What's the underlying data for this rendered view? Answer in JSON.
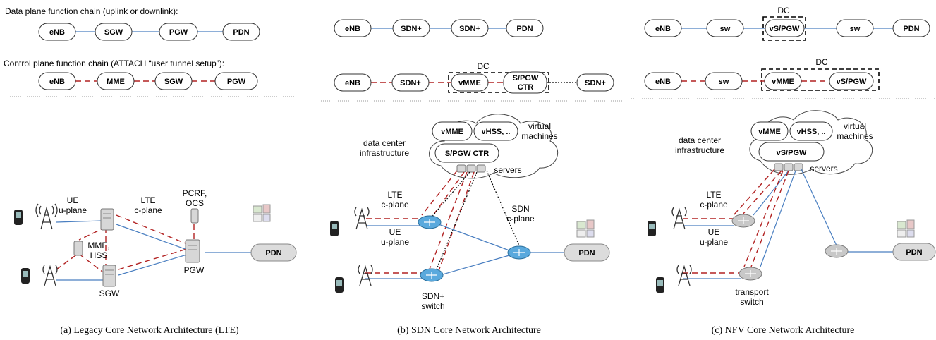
{
  "panel_a": {
    "data_plane_title": "Data plane function chain (uplink or downlink):",
    "control_plane_title": "Control plane function chain (ATTACH “user tunnel setup”):",
    "data_chain": [
      "eNB",
      "SGW",
      "PGW",
      "PDN"
    ],
    "control_chain": [
      "eNB",
      "MME",
      "SGW",
      "PGW"
    ],
    "labels": {
      "ue_uplane": [
        "UE",
        "u-plane"
      ],
      "lte_cplane": [
        "LTE",
        "c-plane"
      ],
      "pcrf": [
        "PCRF,",
        "OCS"
      ],
      "mme_hss": [
        "MME,",
        "HSS"
      ],
      "sgw": "SGW",
      "pgw": "PGW",
      "pdn": "PDN"
    },
    "caption": "(a) Legacy Core Network Architecture (LTE)"
  },
  "panel_b": {
    "data_chain": [
      "eNB",
      "SDN+",
      "SDN+",
      "PDN"
    ],
    "control_chain": [
      "eNB",
      "SDN+",
      "vMME",
      "S/PGW CTR",
      "SDN+"
    ],
    "control_chain_wrapped": [
      "S/PGW",
      "CTR"
    ],
    "dc_label": "DC",
    "vm_labels": [
      "vMME",
      "vHSS, ..",
      "S/PGW CTR"
    ],
    "labels": {
      "virtual_machines": [
        "virtual",
        "machines"
      ],
      "data_center": [
        "data center",
        "infrastructure"
      ],
      "servers": "servers",
      "lte_cplane": [
        "LTE",
        "c-plane"
      ],
      "ue_uplane": [
        "UE",
        "u-plane"
      ],
      "sdn_cplane": [
        "SDN",
        "c-plane"
      ],
      "sdn_switch": [
        "SDN+",
        "switch"
      ],
      "pdn": "PDN"
    },
    "caption": "(b) SDN Core Network Architecture"
  },
  "panel_c": {
    "data_chain": [
      "eNB",
      "sw",
      "vS/PGW",
      "sw",
      "PDN"
    ],
    "control_chain": [
      "eNB",
      "sw",
      "vMME",
      "vS/PGW"
    ],
    "dc_label": "DC",
    "vm_labels": [
      "vMME",
      "vHSS, ..",
      "vS/PGW"
    ],
    "labels": {
      "virtual_machines": [
        "virtual",
        "machines"
      ],
      "data_center": [
        "data center",
        "infrastructure"
      ],
      "servers": "servers",
      "lte_cplane": [
        "LTE",
        "c-plane"
      ],
      "ue_uplane": [
        "UE",
        "u-plane"
      ],
      "transport_switch": [
        "transport",
        "switch"
      ],
      "pdn": "PDN"
    },
    "caption": "(c) NFV Core Network Architecture"
  },
  "colors": {
    "data_link": "#4a7fc1",
    "control_link": "#b22222",
    "sdn_router": "#5aa9dd",
    "transport_router": "#c8c8c8"
  }
}
